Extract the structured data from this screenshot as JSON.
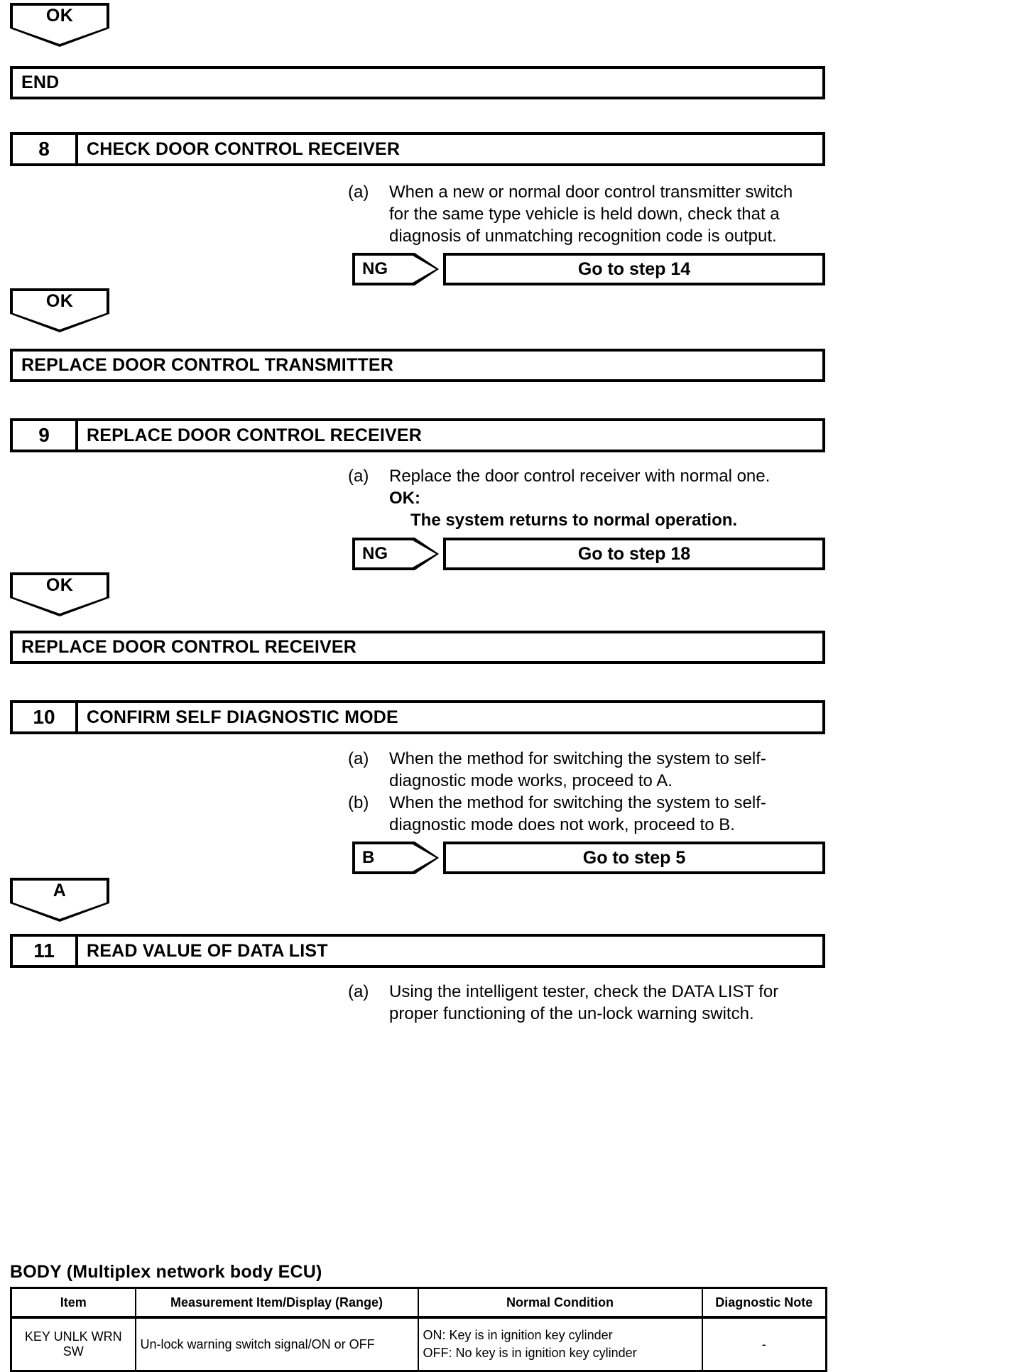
{
  "document": {
    "type": "service-manual-diagnostic-flowchart"
  },
  "connectors": {
    "ok_top": "OK",
    "ok_step8": "OK",
    "ok_step9": "OK",
    "a_step10": "A"
  },
  "bars": {
    "end": "END",
    "replace_transmitter": "REPLACE DOOR CONTROL TRANSMITTER",
    "replace_receiver": "REPLACE DOOR CONTROL RECEIVER"
  },
  "steps": [
    {
      "number": "8",
      "title": "CHECK DOOR CONTROL RECEIVER",
      "paragraphs": [
        {
          "marker": "(a)",
          "text": "When a new or normal door control transmitter switch for the same type vehicle is held down, check that a diagnosis of unmatching recognition code is output."
        }
      ],
      "branch": {
        "tag": "NG",
        "target": "Go to step 14"
      }
    },
    {
      "number": "9",
      "title": "REPLACE DOOR CONTROL RECEIVER",
      "paragraphs": [
        {
          "marker": "(a)",
          "text": "Replace the door control receiver with normal one."
        }
      ],
      "ok_label": "OK:",
      "ok_detail": "The system returns to normal operation.",
      "branch": {
        "tag": "NG",
        "target": "Go to step 18"
      }
    },
    {
      "number": "10",
      "title": "CONFIRM SELF DIAGNOSTIC MODE",
      "paragraphs": [
        {
          "marker": "(a)",
          "text": "When the method for switching the system to self-diagnostic mode works, proceed to A."
        },
        {
          "marker": "(b)",
          "text": "When the method for switching the system to self-diagnostic mode does not work, proceed to B."
        }
      ],
      "branch": {
        "tag": "B",
        "target": "Go to step 5"
      }
    },
    {
      "number": "11",
      "title": "READ VALUE OF DATA LIST",
      "paragraphs": [
        {
          "marker": "(a)",
          "text": "Using the intelligent tester, check the DATA LIST for proper functioning of the un-lock warning switch."
        }
      ]
    }
  ],
  "data_list": {
    "caption": "BODY (Multiplex network body ECU)",
    "columns": [
      "Item",
      "Measurement Item/Display (Range)",
      "Normal Condition",
      "Diagnostic Note"
    ],
    "rows": [
      {
        "item_line1": "KEY UNLK WRN",
        "item_line2": "SW",
        "measurement": "Un-lock warning switch signal/ON or OFF",
        "normal_line1": "ON: Key is in ignition key cylinder",
        "normal_line2": "OFF: No key is in ignition key cylinder",
        "note": "-"
      }
    ]
  }
}
